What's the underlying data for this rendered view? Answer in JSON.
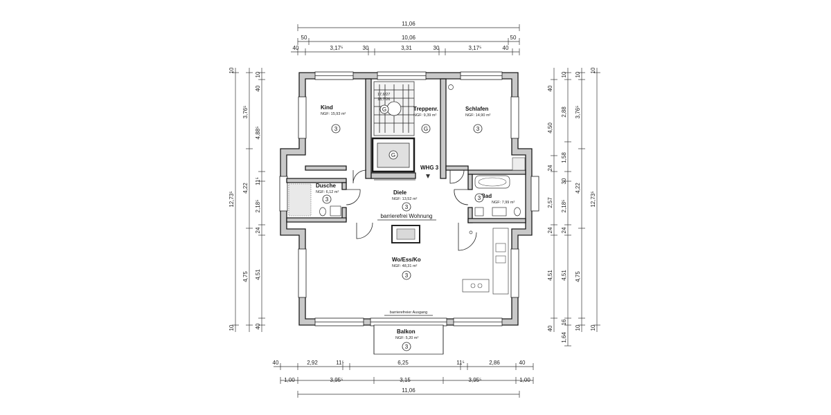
{
  "dimensions": {
    "top": {
      "total": "11,06",
      "row2": [
        "50",
        "10,06",
        "50"
      ],
      "row3": [
        "40",
        "3,17⁵",
        "30",
        "3,31",
        "30",
        "3,17⁵",
        "40"
      ]
    },
    "bottom": {
      "row1": [
        "40",
        "2,92",
        "11⁵",
        "6,25",
        "11⁵",
        "2,86",
        "40"
      ],
      "row2": [
        "1,00",
        "3,95⁵",
        "3,15",
        "3,95⁵",
        "1,00"
      ],
      "total": "11,06"
    },
    "left": {
      "outer": [
        "10",
        "12,73⁵",
        "10"
      ],
      "mid": [
        "3,76⁵",
        "4,22",
        "4,75"
      ],
      "inner": [
        "10",
        "40",
        "4,88⁵",
        "11⁵",
        "2,18⁵",
        "24",
        "4,51",
        "40"
      ]
    },
    "right": {
      "inner": [
        "40",
        "4,50",
        "24",
        "2,57",
        "24",
        "4,51",
        "40"
      ],
      "mid": [
        "10",
        "2,88",
        "1,58",
        "30",
        "2,18⁵",
        "24",
        "4,51",
        "16",
        "1,64"
      ],
      "outer1": [
        "10",
        "3,76⁵",
        "4,22",
        "4,75",
        "10"
      ],
      "outer2": [
        "10",
        "12,73⁵",
        "10"
      ]
    }
  },
  "rooms": [
    {
      "name": "Kind",
      "area": "NGF: 15,93 m²",
      "marker": "3"
    },
    {
      "name": "Treppenr.",
      "area": "NGF: 9,39 m²",
      "marker": "G"
    },
    {
      "name": "Schlafen",
      "area": "NGF: 14,90 m²",
      "marker": "3"
    },
    {
      "name": "Dusche",
      "area": "NGF: 6,12 m²",
      "marker": "3"
    },
    {
      "name": "Diele",
      "area": "NGF: 13,52 m²",
      "marker": "3"
    },
    {
      "name": "Bad",
      "area": "NGF: 7,99 m²",
      "marker": "3"
    },
    {
      "name": "Wo/Ess/Ko",
      "area": "NGF: 48,31 m²",
      "marker": "3"
    },
    {
      "name": "Balkon",
      "area": "NGF: 5,20 m²",
      "marker": "3"
    }
  ],
  "markers": {
    "stair_marker": "G",
    "lift_marker": "G"
  },
  "labels": {
    "unit": "WHG 3",
    "accessible_flat": "barrierefrei Wohnung",
    "accessible_exit": "barrierefreier Ausgang",
    "stair_steps": [
      "17,6/27",
      "18,7/26"
    ]
  }
}
